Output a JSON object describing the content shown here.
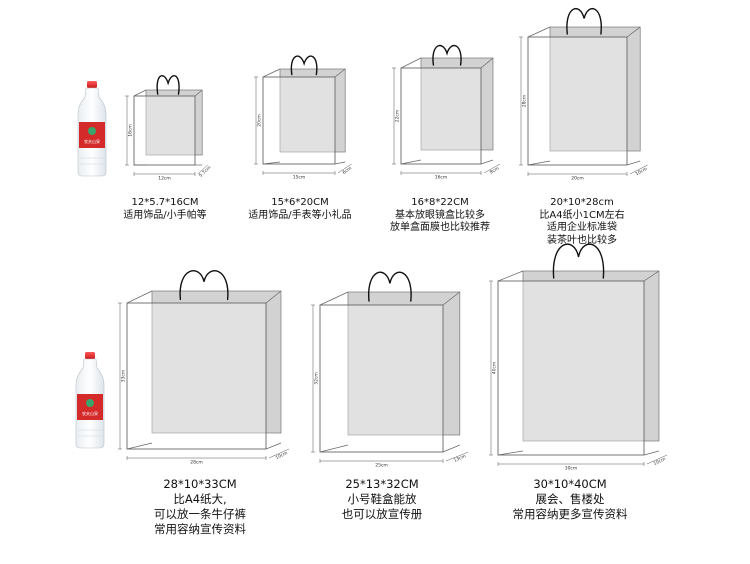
{
  "bottle": {
    "label": "农夫山泉"
  },
  "bags": [
    {
      "size": "12*5.7*16CM",
      "desc": [
        "适用饰品/小手帕等"
      ],
      "dims": {
        "w": "12cm",
        "h": "16cm",
        "d": "5.7cm"
      }
    },
    {
      "size": "15*6*20CM",
      "desc": [
        "适用饰品/手表等小礼品"
      ],
      "dims": {
        "w": "15cm",
        "h": "20cm",
        "d": "6cm"
      }
    },
    {
      "size": "16*8*22CM",
      "desc": [
        "基本放眼镜盒比较多",
        "放单盒面膜也比较推荐"
      ],
      "dims": {
        "w": "16cm",
        "h": "22cm",
        "d": "8cm"
      }
    },
    {
      "size": "20*10*28cm",
      "desc": [
        "比A4纸小1CM左右",
        "适用企业标准袋",
        "装茶叶也比较多"
      ],
      "dims": {
        "w": "20cm",
        "h": "28cm",
        "d": "10cm"
      }
    },
    {
      "size": "28*10*33CM",
      "desc": [
        "比A4纸大,",
        "可以放一条牛仔裤",
        "常用容纳宣传资料"
      ],
      "dims": {
        "w": "28cm",
        "h": "33cm",
        "d": "10cm"
      }
    },
    {
      "size": "25*13*32CM",
      "desc": [
        "小号鞋盒能放",
        "也可以放宣传册"
      ],
      "dims": {
        "w": "25cm",
        "h": "32cm",
        "d": "13cm"
      }
    },
    {
      "size": "30*10*40CM",
      "desc": [
        "展会、售楼处",
        "常用容纳更多宣传资料"
      ],
      "dims": {
        "w": "30cm",
        "h": "40cm",
        "d": "10cm"
      }
    }
  ]
}
